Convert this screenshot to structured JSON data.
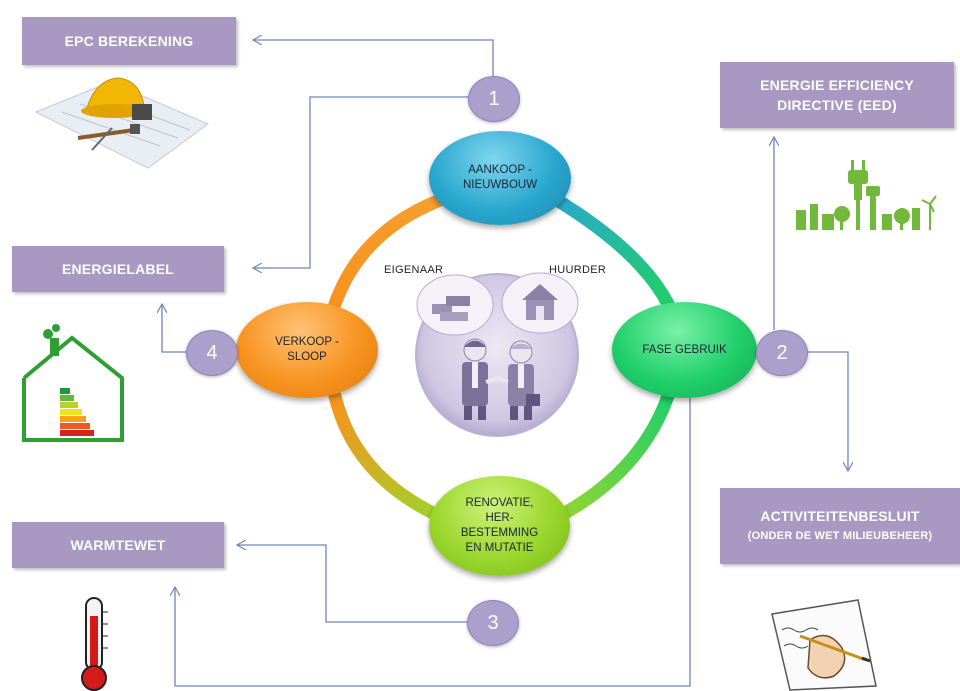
{
  "boxes": {
    "epc": "EPC BEREKENING",
    "eed_line1": "ENERGIE EFFICIENCY",
    "eed_line2": "DIRECTIVE (EED)",
    "energielabel": "ENERGIELABEL",
    "warmtewet": "WARMTEWET",
    "activiteiten_line1": "ACTIVITEITENBESLUIT",
    "activiteiten_line2": "(ONDER DE WET MILIEUBEHEER)"
  },
  "phases": {
    "aankoop_line1": "AANKOOP -",
    "aankoop_line2": "NIEUWBOUW",
    "gebruik": "FASE GEBRUIK",
    "renovatie_line1": "RENOVATIE,",
    "renovatie_line2": "HER-",
    "renovatie_line3": "BESTEMMING",
    "renovatie_line4": "EN MUTATIE",
    "verkoop_line1": "VERKOOP -",
    "verkoop_line2": "SLOOP"
  },
  "numbers": {
    "n1": "1",
    "n2": "2",
    "n3": "3",
    "n4": "4"
  },
  "roles": {
    "eigenaar": "EIGENAAR",
    "huurder": "HUURDER"
  },
  "colors": {
    "label_box": "#a898c2",
    "number_circle": "#ab9fcc",
    "connector": "#6f86b6",
    "phase_aankoop": "#2aa7cf",
    "phase_gebruik": "#20cf6a",
    "phase_renovatie": "#9ad62c",
    "phase_verkoop": "#f7931f"
  },
  "icons": {
    "epc": "blueprint-helmet-icon",
    "eed": "green-city-plug-icon",
    "energielabel": "energy-label-house-icon",
    "warmtewet": "thermometer-icon",
    "activiteiten": "hand-writing-icon",
    "center": "owner-tenant-handshake-icon"
  }
}
